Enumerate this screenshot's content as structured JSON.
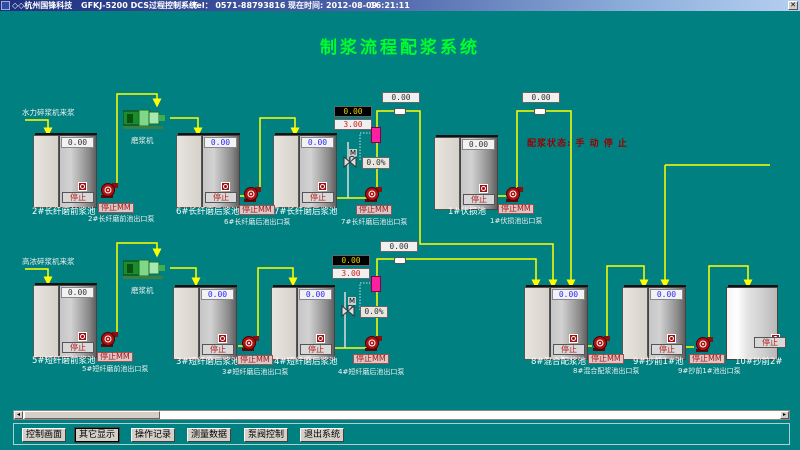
{
  "titlebar": {
    "company": "◇◇杭州国锋科技",
    "system": "GFKJ-5200 DCS过程控制系统",
    "tel": "Tel： 0571-88793816",
    "time_label": "现在时间: 2012-08-09",
    "time": "16:21:11"
  },
  "page_title": "制浆流程配浆系统",
  "sources": {
    "row1": "水力碎浆机来浆",
    "row2": "高浓碎浆机来浆"
  },
  "grinders": {
    "row1": "磨浆机",
    "row2": "磨浆机"
  },
  "tanks": [
    {
      "id": "t2",
      "name": "2#长纤磨前浆池",
      "level": "0.00",
      "status": "停止"
    },
    {
      "id": "t6",
      "name": "6#长纤磨后浆池",
      "level": "0.00",
      "status": "停止"
    },
    {
      "id": "t7",
      "name": "7#长纤磨后浆池",
      "level": "0.00",
      "status": "停止"
    },
    {
      "id": "t1",
      "name": "1#伏损池",
      "level": "0.00",
      "status": "停止"
    },
    {
      "id": "t5",
      "name": "5#短纤磨前浆池",
      "level": "0.00",
      "status": "停止"
    },
    {
      "id": "t3",
      "name": "3#短纤磨后浆池",
      "level": "0.00",
      "status": "停止"
    },
    {
      "id": "t4",
      "name": "4#短纤磨后浆池",
      "level": "0.00",
      "status": "停止"
    },
    {
      "id": "t8",
      "name": "8#混合配浆池",
      "level": "0.00",
      "status": "停止"
    },
    {
      "id": "t9",
      "name": "9#抄前1#池",
      "level": "0.00",
      "status": "停止"
    },
    {
      "id": "t10",
      "name": "10#抄前2#",
      "level": "",
      "status": "停止"
    }
  ],
  "pumps": [
    {
      "name": "2#长纤磨前池出口泵",
      "status": "停止MM"
    },
    {
      "name": "6#长纤磨后池出口泵",
      "status": "停止MM"
    },
    {
      "name": "7#长纤磨后池出口泵",
      "status": "停止MM"
    },
    {
      "name": "1#伏损池出口泵",
      "status": "停止MM"
    },
    {
      "name": "5#短纤磨前池出口泵",
      "status": "停止MM"
    },
    {
      "name": "3#短纤磨后池出口泵",
      "status": "停止MM"
    },
    {
      "name": "4#短纤磨后池出口泵",
      "status": "停止MM"
    },
    {
      "name": "8#混合配浆池出口泵",
      "status": "停止MM"
    },
    {
      "name": "9#抄前1#池出口泵",
      "status": "停止MM"
    }
  ],
  "loops": {
    "long_fiber": {
      "pv": "0.00",
      "sp": "3.00",
      "valve": "0.0%",
      "flow": "0.00",
      "valve_mode": "M"
    },
    "short_fiber": {
      "pv": "0.00",
      "sp": "3.00",
      "valve": "0.0%",
      "flow": "0.00",
      "valve_mode": "M"
    },
    "broke_flow": "0.00"
  },
  "mix_status": {
    "label": "配浆状态:",
    "value": "手 动 停 止"
  },
  "colors": {
    "background": "#008080",
    "pipe": "#ffff00",
    "title": "#00ff2a",
    "alarm": "#a01010"
  },
  "buttons": [
    {
      "label": "控制画面"
    },
    {
      "label": "其它显示",
      "active": true
    },
    {
      "label": "操作记录"
    },
    {
      "label": "测量数据"
    },
    {
      "label": "泵阀控制"
    },
    {
      "label": "退出系统"
    }
  ]
}
